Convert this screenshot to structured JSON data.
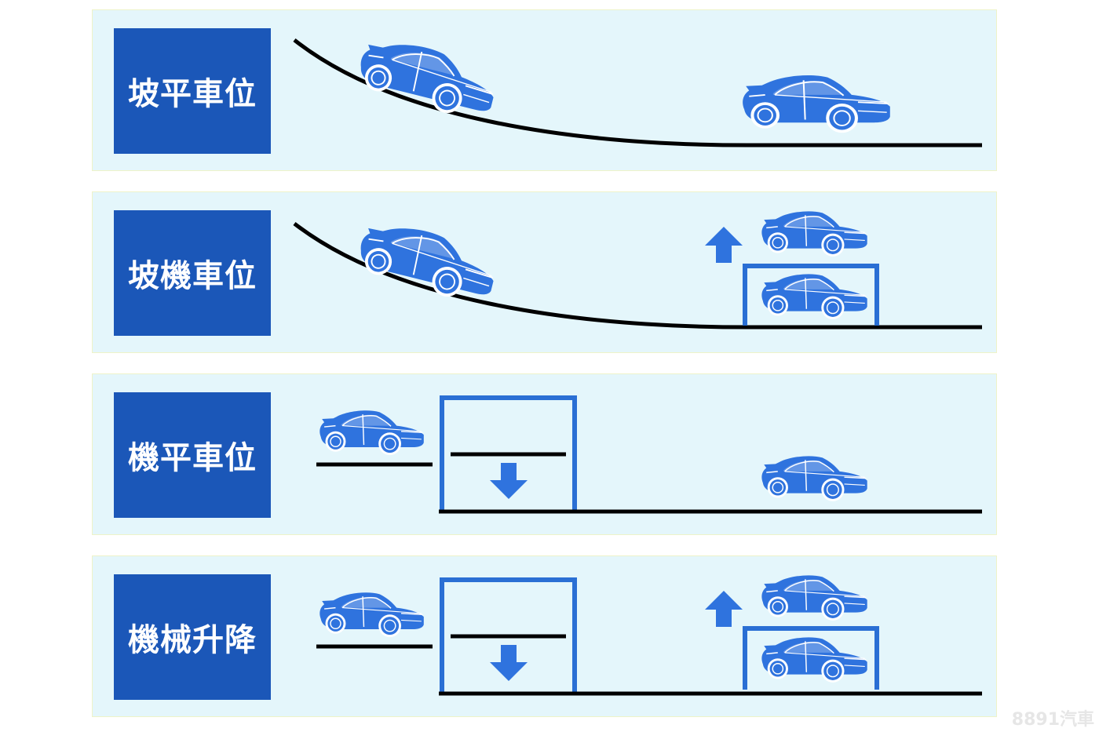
{
  "panels": [
    {
      "label": "坡平車位"
    },
    {
      "label": "坡機車位"
    },
    {
      "label": "機平車位"
    },
    {
      "label": "機械升降"
    }
  ],
  "colors": {
    "panel_bg": "#e4f6fb",
    "label_bg": "#1b57b8",
    "car": "#2f73de",
    "structure": "#2a6fd4",
    "ground": "#000000"
  },
  "icons": [
    "car-icon",
    "arrow-up-icon",
    "arrow-down-icon"
  ],
  "watermark": "8891汽車"
}
